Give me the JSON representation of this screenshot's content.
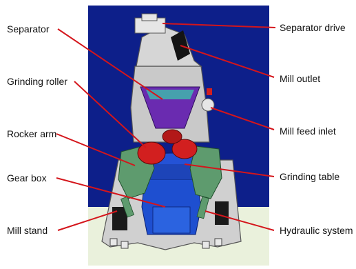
{
  "colors": {
    "backdrop": "#0d1f8a",
    "floor": "#eaf1dc",
    "casing": "#cfcfcf",
    "separator": "#6a2bb0",
    "roller": "#d21f1f",
    "rocker_arm": "#5e9b6e",
    "table": "#1f47c8",
    "leader_line": "#d4151b"
  },
  "labels": {
    "separator": "Separator",
    "grinding_roller": "Grinding roller",
    "rocker_arm": "Rocker arm",
    "gear_box": "Gear box",
    "mill_stand": "Mill stand",
    "separator_drive": "Separator drive",
    "mill_outlet": "Mill outlet",
    "mill_feed_inlet": "Mill feed inlet",
    "grinding_table": "Grinding table",
    "hydraulic_system": "Hydraulic system"
  }
}
